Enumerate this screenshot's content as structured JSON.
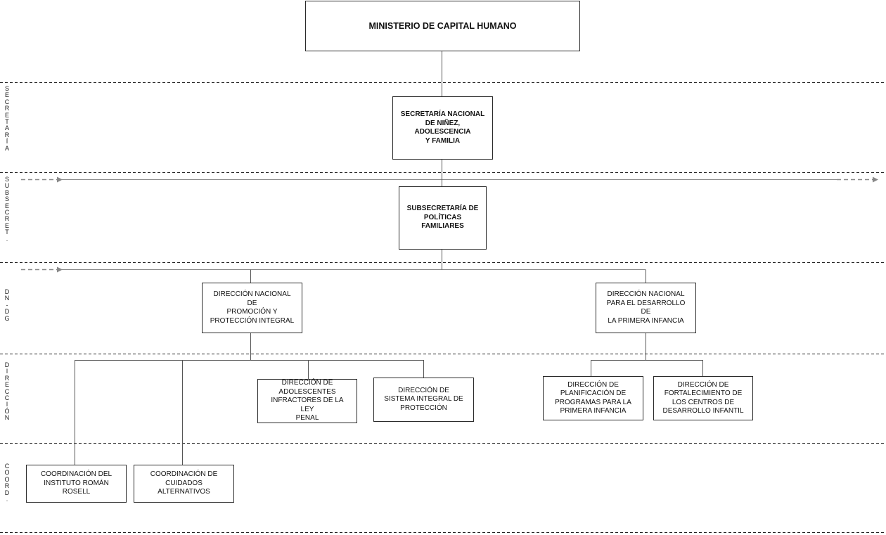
{
  "palette": {
    "line": "#555555",
    "dashed_separator": "#222222",
    "arrow": "#888888",
    "box_border": "#2a2a2a"
  },
  "bands": [
    {
      "id": "secretaria",
      "label": "SECRETARÍA"
    },
    {
      "id": "subsecretaria",
      "label": "SUBSECRET."
    },
    {
      "id": "dn_dg",
      "label": "DN-DG"
    },
    {
      "id": "direccion",
      "label": "DIRECCIÓN"
    },
    {
      "id": "coord",
      "label": "COORD."
    }
  ],
  "nodes": {
    "ministerio": "MINISTERIO DE CAPITAL HUMANO",
    "secretaria": "SECRETARÍA NACIONAL\nDE NIÑEZ, ADOLESCENCIA\nY FAMILIA",
    "subsecretaria": "SUBSECRETARÍA DE\nPOLÍTICAS\nFAMILIARES",
    "dn_promocion": "DIRECCIÓN NACIONAL DE\nPROMOCIÓN Y\nPROTECCIÓN INTEGRAL",
    "dn_primera_infancia": "DIRECCIÓN NACIONAL\nPARA EL DESARROLLO DE\nLA PRIMERA INFANCIA",
    "dir_adolescentes": "DIRECCIÓN DE\nADOLESCENTES\nINFRACTORES DE LA LEY\nPENAL",
    "dir_sistema": "DIRECCIÓN DE\nSISTEMA INTEGRAL DE\nPROTECCIÓN",
    "dir_planificacion": "DIRECCIÓN DE\nPLANIFICACIÓN DE\nPROGRAMAS PARA LA\nPRIMERA INFANCIA",
    "dir_fortalecimiento": "DIRECCIÓN DE\nFORTALECIMIENTO DE\nLOS CENTROS DE\nDESARROLLO INFANTIL",
    "coord_roman_rosell": "COORDINACIÓN DEL\nINSTITUTO ROMÁN\nROSELL",
    "coord_cuidados": "COORDINACIÓN DE\nCUIDADOS\nALTERNATIVOS"
  }
}
